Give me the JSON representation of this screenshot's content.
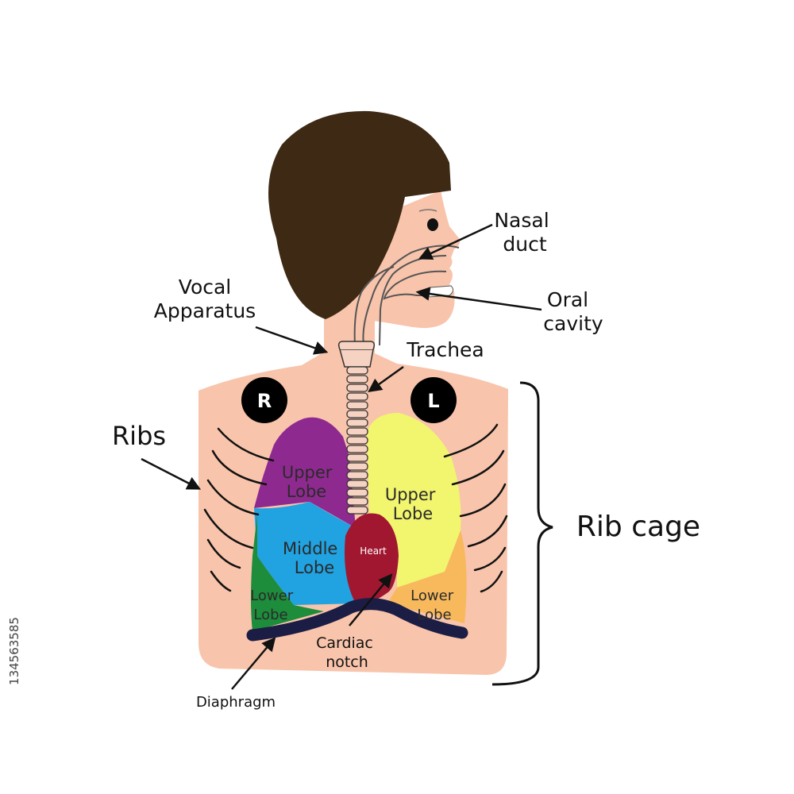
{
  "labels": {
    "nasal_duct": [
      "Nasal",
      "duct"
    ],
    "oral_cavity": [
      "Oral",
      "cavity"
    ],
    "vocal_apparatus": [
      "Vocal",
      "Apparatus"
    ],
    "trachea": "Trachea",
    "ribs": "Ribs",
    "rib_cage": "Rib cage",
    "diaphragm": "Diaphragm",
    "cardiac_notch": [
      "Cardiac",
      "notch"
    ],
    "heart": "Heart",
    "right_marker": "R",
    "left_marker": "L",
    "right_upper_lobe": [
      "Upper",
      "Lobe"
    ],
    "right_middle_lobe": [
      "Middle",
      "Lobe"
    ],
    "right_lower_lobe": [
      "Lower",
      "Lobe"
    ],
    "left_upper_lobe": [
      "Upper",
      "Lobe"
    ],
    "left_lower_lobe": [
      "Lower",
      "Lobe"
    ]
  },
  "stock_id": "134563585",
  "colors": {
    "skin": "#f8c4ab",
    "hair": "#3d2914",
    "right_upper_lobe": "#8e2a8f",
    "right_middle_lobe": "#21a2e1",
    "right_lower_lobe": "#1d8c3b",
    "left_upper_lobe": "#f2f56e",
    "left_lower_lobe": "#f7b95c",
    "heart": "#a0172f",
    "diaphragm": "#1c1d45",
    "trachea": "#f6d2c2",
    "outline": "#111111"
  }
}
